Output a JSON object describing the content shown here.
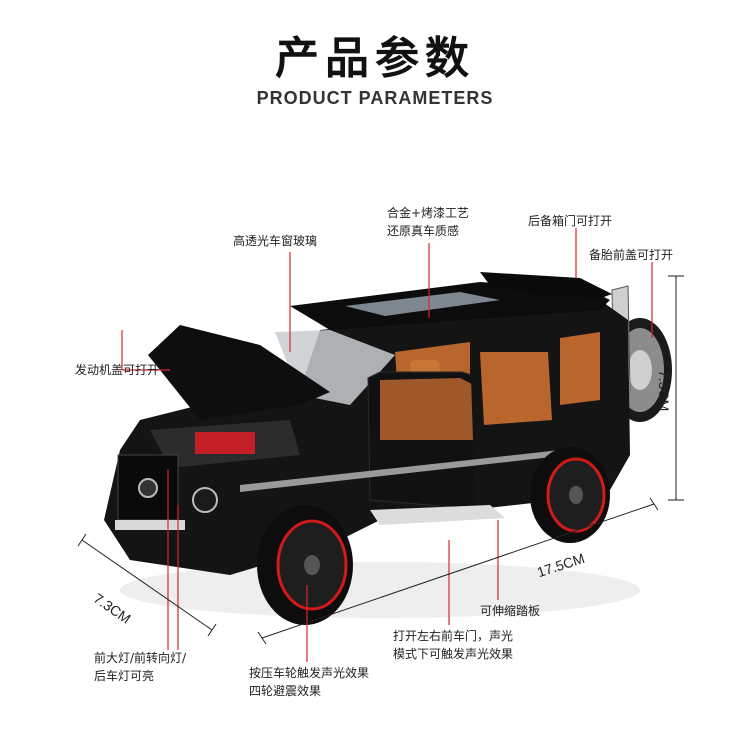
{
  "header": {
    "title_cn": "产品参数",
    "title_en": "PRODUCT PARAMETERS"
  },
  "callouts": {
    "glass": "高透光车窗玻璃",
    "paint_line1": "合金+烤漆工艺",
    "paint_line2": "还原真车质感",
    "trunk": "后备箱门可打开",
    "spare": "备胎前盖可打开",
    "hood": "发动机盖可打开",
    "step": "可伸缩踏板",
    "lights_line1": "前大灯/前转向灯/",
    "lights_line2": "后车灯可亮",
    "wheel_line1": "按压车轮触发声光效果",
    "wheel_line2": "四轮避震效果",
    "door_line1": "打开左右前车门，声光",
    "door_line2": "模式下可触发声光效果"
  },
  "dimensions": {
    "height": "7.3CM",
    "width": "7.3CM",
    "length": "17.5CM"
  },
  "colors": {
    "callout_line": "#d9262b",
    "body": "#141414",
    "interior": "#b8652e",
    "rim_accent": "#d11a1a"
  }
}
